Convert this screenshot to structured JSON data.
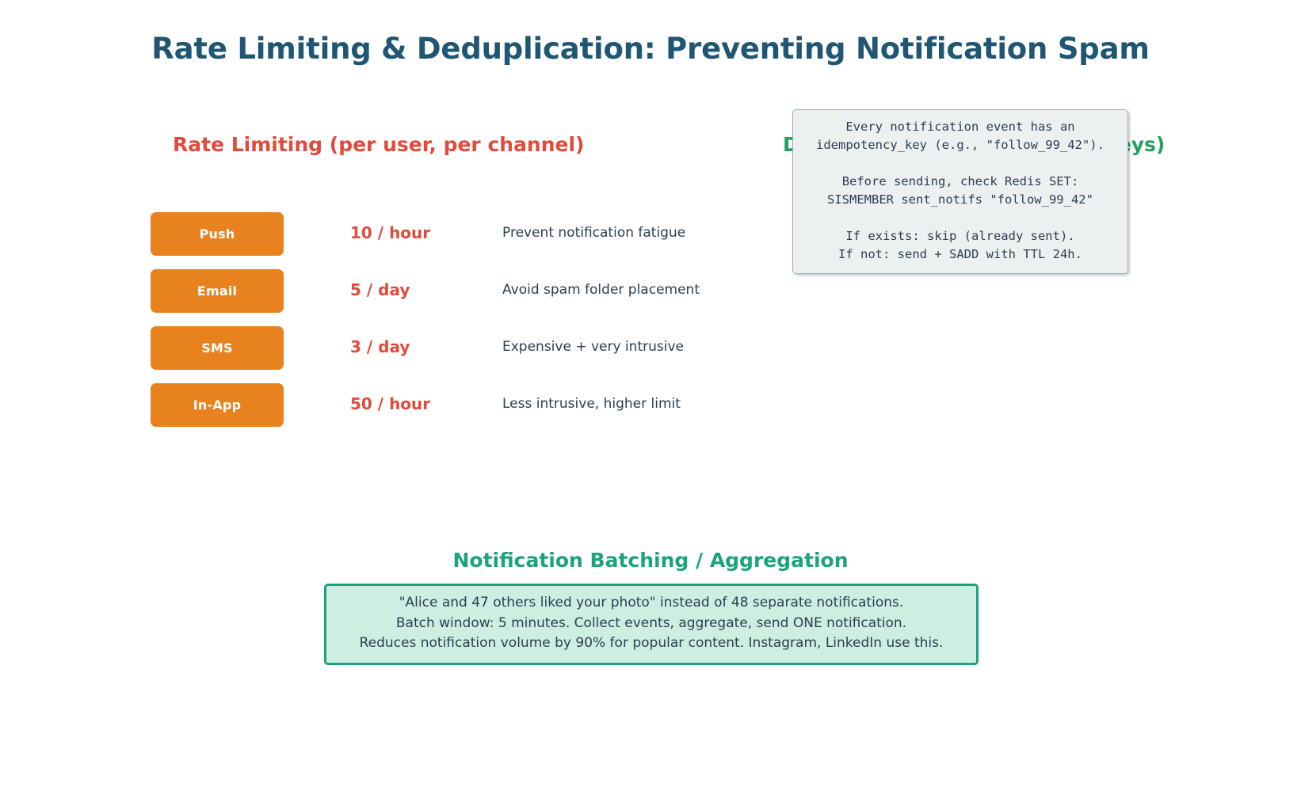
{
  "title": "Rate Limiting & Deduplication: Preventing Notification Spam",
  "colors": {
    "title": "#1F5673",
    "rate_limiting_accent": "#E14B3B",
    "dedup_accent": "#22A05C",
    "batching_accent": "#1BA37E",
    "channel_badge": "#E8821E",
    "code_box_bg": "#ECF0F1",
    "batching_box_bg": "#CDEFE2",
    "body_text": "#2C3E50"
  },
  "rate_limiting": {
    "heading": "Rate Limiting (per user, per channel)",
    "rows": [
      {
        "channel": "Push",
        "rate": "10 / hour",
        "note": "Prevent notification fatigue"
      },
      {
        "channel": "Email",
        "rate": "5 / day",
        "note": "Avoid spam folder placement"
      },
      {
        "channel": "SMS",
        "rate": "3 / day",
        "note": "Expensive + very intrusive"
      },
      {
        "channel": "In-App",
        "rate": "50 / hour",
        "note": "Less intrusive, higher limit"
      }
    ]
  },
  "deduplication": {
    "heading": "Deduplication (idempotency keys)",
    "code": "Every notification event has an\nidempotency_key (e.g., \"follow_99_42\").\n\nBefore sending, check Redis SET:\nSISMEMBER sent_notifs \"follow_99_42\"\n\nIf exists: skip (already sent).\nIf not: send + SADD with TTL 24h."
  },
  "batching": {
    "heading": "Notification Batching / Aggregation",
    "body": "\"Alice and 47 others liked your photo\" instead of 48 separate notifications.\nBatch window: 5 minutes. Collect events, aggregate, send ONE notification.\nReduces notification volume by 90% for popular content. Instagram, LinkedIn use this."
  }
}
